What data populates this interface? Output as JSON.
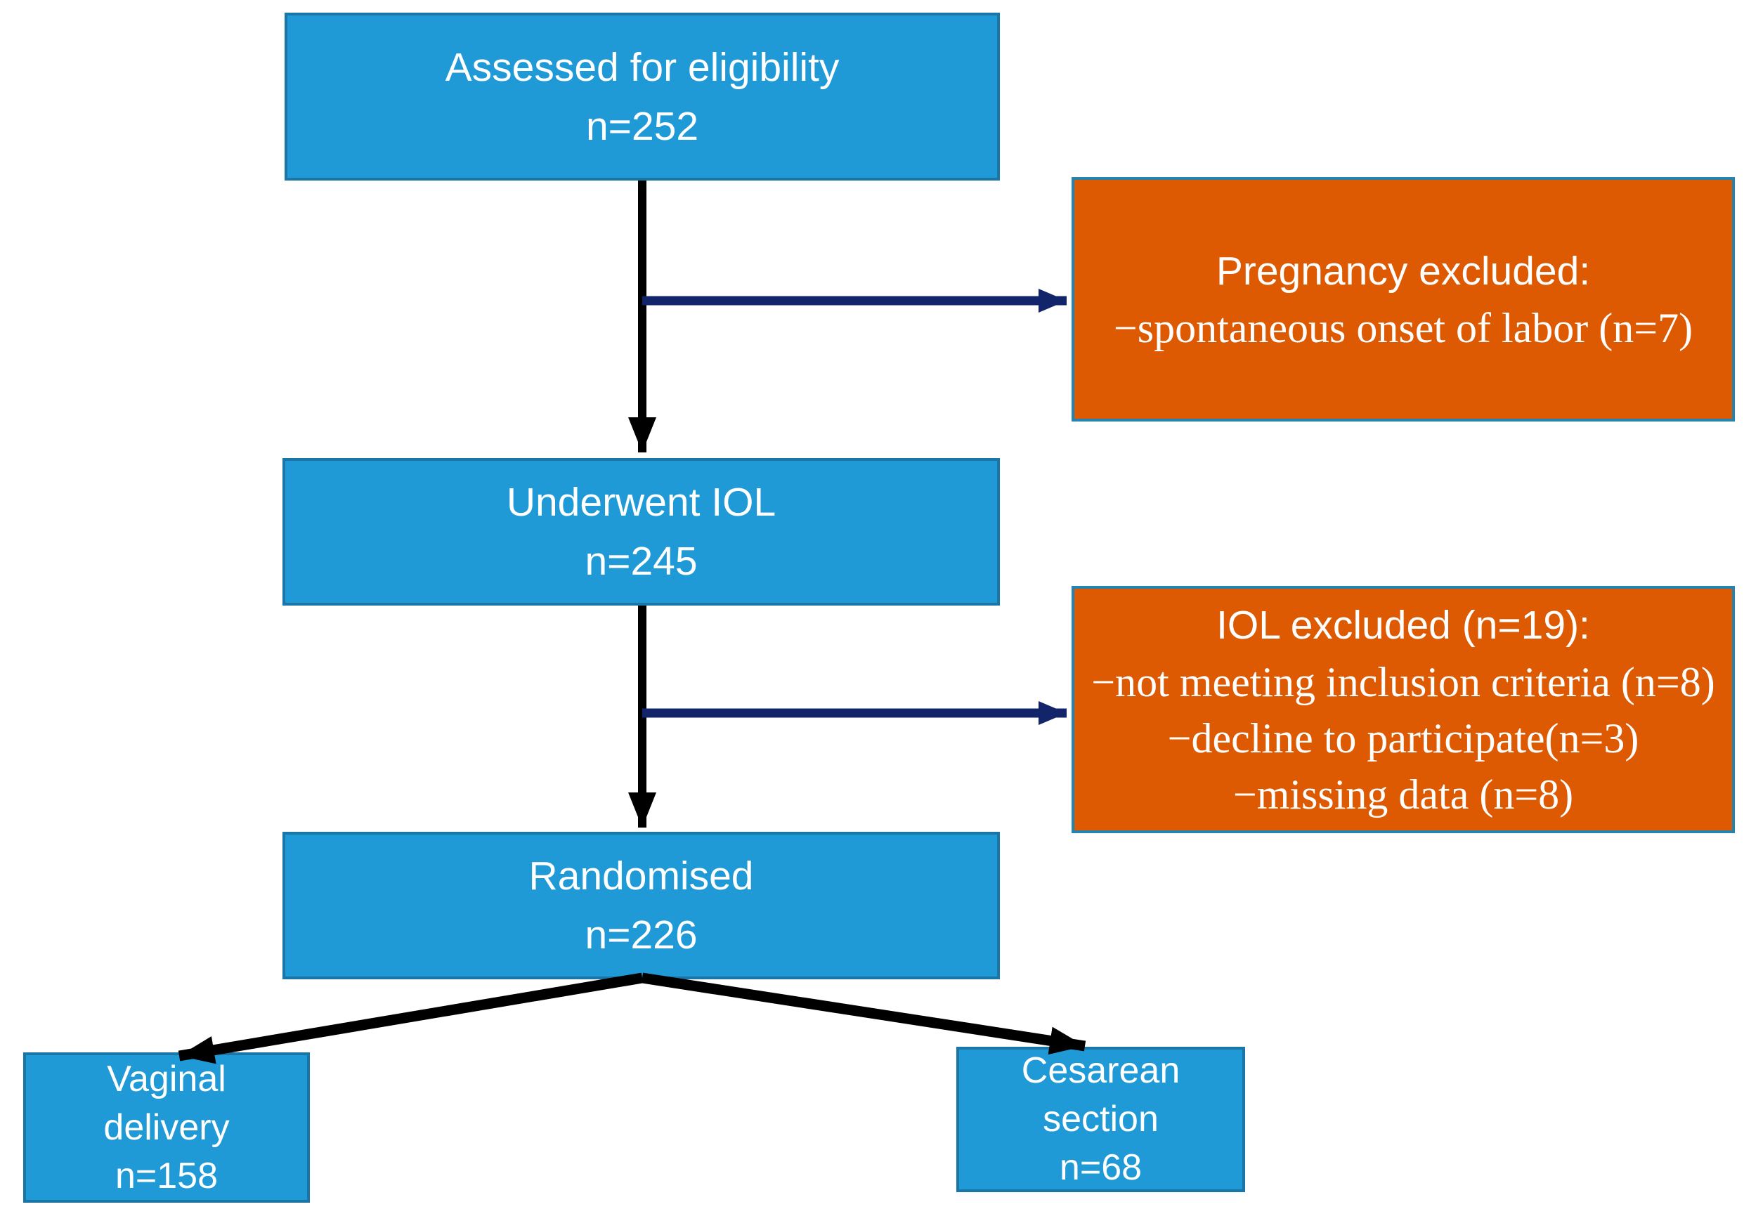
{
  "colors": {
    "box_blue": "#1F9AD6",
    "box_blue_border": "#1B76A8",
    "box_orange": "#DE5A02",
    "box_orange_border": "#2583AF",
    "arrow_black": "#000000",
    "arrow_navy": "#12246A",
    "text_white": "#FFFFFF"
  },
  "flow": {
    "assessed": {
      "line1": "Assessed for eligibility",
      "count": "n=252"
    },
    "pregnancy_excluded": {
      "title": "Pregnancy excluded:",
      "item1": "−spontaneous onset of labor (n=7)"
    },
    "underwent": {
      "line1": "Underwent IOL",
      "count": "n=245"
    },
    "iol_excluded": {
      "title": "IOL excluded (n=19):",
      "item1": "−not meeting inclusion criteria (n=8)",
      "item2": "−decline to participate(n=3)",
      "item3": "−missing data (n=8)"
    },
    "randomised": {
      "line1": "Randomised",
      "count": "n=226"
    },
    "vaginal": {
      "line1": "Vaginal",
      "line2": "delivery",
      "count": "n=158"
    },
    "cesarean": {
      "line1": "Cesarean",
      "line2": "section",
      "count": "n=68"
    }
  }
}
